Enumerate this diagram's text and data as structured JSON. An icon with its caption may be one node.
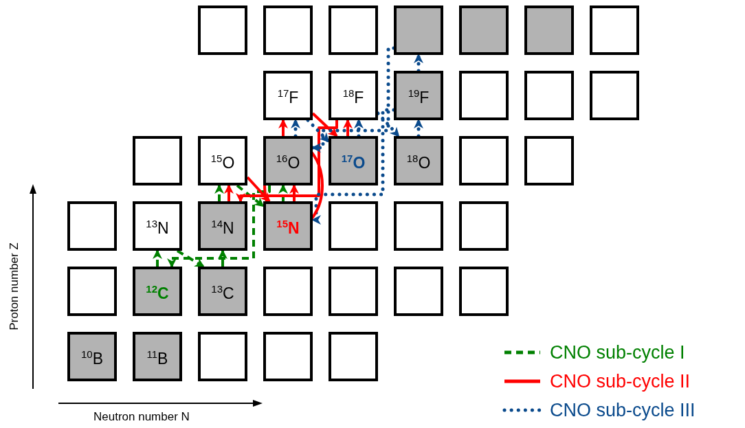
{
  "diagram": {
    "nodes": [
      {
        "text": [],
        "shape": "box"
      },
      {
        "text": [],
        "shape": "box"
      },
      {
        "text": [],
        "shape": "box"
      },
      {
        "text": [],
        "shape": "box"
      },
      {
        "text": [],
        "shape": "box"
      },
      {
        "text": [],
        "shape": "box"
      },
      {
        "text": [],
        "shape": "box"
      },
      {
        "text": [
          "$^{17}$F"
        ]
      },
      {
        "text": [
          "$^{18}$F"
        ]
      },
      {
        "text": [
          "$^{19}$F"
        ]
      },
      {
        "text": [],
        "shape": "box"
      },
      {
        "text": [],
        "shape": "box"
      },
      {
        "text": [],
        "shape": "box"
      },
      {
        "text": [],
        "shape": "box"
      },
      {
        "text": [
          "$^{15}$O"
        ]
      },
      {
        "text": [
          "$^{16}$O"
        ]
      },
      {
        "text": [
          "$^{17}$O"
        ]
      },
      {
        "text": [
          "$^{18}$O"
        ]
      },
      {
        "text": [],
        "shape": "box"
      },
      {
        "text": [],
        "shape": "box"
      },
      {
        "text": [],
        "shape": "box"
      },
      {
        "text": [
          "$^{13}$N"
        ]
      },
      {
        "text": [
          "$^{14}$N"
        ]
      },
      {
        "text": [
          "$^{15}$N"
        ]
      },
      {
        "text": [],
        "shape": "box"
      },
      {
        "text": [],
        "shape": "box"
      },
      {
        "text": [],
        "shape": "box"
      },
      {
        "text": [],
        "shape": "box"
      },
      {
        "text": [
          "$^{12}$C"
        ]
      },
      {
        "text": [
          "$^{13}$C"
        ]
      },
      {
        "text": [],
        "shape": "box"
      },
      {
        "text": [],
        "shape": "box"
      },
      {
        "text": [],
        "shape": "box"
      },
      {
        "text": [],
        "shape": "box"
      },
      {
        "text": [
          "$^{10}$B"
        ]
      },
      {
        "text": [
          "$^{11}$B"
        ]
      },
      {
        "text": [],
        "shape": "box"
      },
      {
        "text": [],
        "shape": "box"
      },
      {
        "text": [],
        "shape": "box"
      }
    ],
    "edges": [
      {
        "from": 28,
        "to": 21,
        "arrow": "to",
        "style": "dashed",
        "color": "#008000"
      },
      {
        "from": 21,
        "to": 29,
        "arrow": "to",
        "style": "dashed",
        "color": "#008000"
      },
      {
        "from": 29,
        "to": 22,
        "arrow": "to",
        "style": "dashed",
        "color": "#008000"
      },
      {
        "from": 22,
        "to": 14,
        "arrow": "to",
        "style": "dashed",
        "color": "#008000"
      },
      {
        "from": 14,
        "to": 23,
        "arrow": "to",
        "style": "dashed",
        "color": "#008000"
      },
      {
        "from": 23,
        "to": 15,
        "arrow": "to",
        "style": "dashed",
        "color": "#008000"
      },
      {
        "from": 15,
        "to": 28,
        "arrow": "to",
        "style": "dashed",
        "color": "#008000"
      },
      {
        "from": 22,
        "to": 14,
        "arrow": "to",
        "color": "#ff0000"
      },
      {
        "from": 14,
        "to": 23,
        "arrow": "to",
        "color": "#ff0000"
      },
      {
        "from": 23,
        "to": 15,
        "arrow": "to",
        "color": "#ff0000"
      },
      {
        "from": 15,
        "to": 7,
        "arrow": "to",
        "color": "#ff0000"
      },
      {
        "from": 7,
        "to": 16,
        "arrow": "to",
        "color": "#ff0000"
      },
      {
        "from": 16,
        "to": 8,
        "arrow": "to",
        "color": "#ff0000"
      },
      {
        "from": 8,
        "to": 22,
        "arrow": "to",
        "color": "#ff0000"
      },
      {
        "from": 15,
        "to": 7,
        "arrow": "to",
        "style": "dashed",
        "color": "#0a4a8c"
      },
      {
        "from": 7,
        "to": 16,
        "arrow": "to",
        "style": "dashed",
        "color": "#0a4a8c"
      },
      {
        "from": 16,
        "to": 8,
        "arrow": "to",
        "style": "dashed",
        "color": "#0a4a8c"
      },
      {
        "from": 8,
        "to": 17,
        "arrow": "to",
        "style": "dashed",
        "color": "#0a4a8c"
      },
      {
        "from": 17,
        "to": 9,
        "arrow": "to",
        "style": "dashed",
        "color": "#0a4a8c"
      },
      {
        "from": 9,
        "to": 3,
        "arrow": "to",
        "style": "dashed",
        "color": "#0a4a8c"
      },
      {
        "from": 3,
        "to": 15,
        "arrow": "to",
        "style": "dashed",
        "color": "#0a4a8c"
      },
      {
        "from": 9,
        "to": 23,
        "arrow": "to",
        "style": "dashed",
        "color": "#0a4a8c"
      }
    ],
    "labels": [
      "Proton number Z",
      "Neutron number N"
    ],
    "legend": [
      {
        "text": "CNO sub-cycle I"
      },
      {
        "text": "CNO sub-cycle II"
      },
      {
        "text": "CNO sub-cycle III"
      }
    ]
  }
}
